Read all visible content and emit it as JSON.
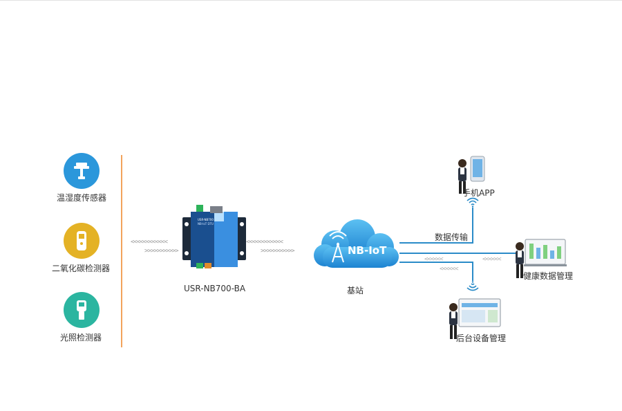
{
  "sensors": [
    {
      "label": "温湿度传感器",
      "color": "#2b97db",
      "icon": "thermo-hygrometer-icon"
    },
    {
      "label": "二氧化碳检测器",
      "color": "#e4b225",
      "icon": "co2-detector-icon"
    },
    {
      "label": "光照检测器",
      "color": "#2bb5a0",
      "icon": "light-meter-icon"
    }
  ],
  "device": {
    "label": "USR-NB700-BA",
    "brand": "USR-NB700",
    "sub": "NB-IoT DTU"
  },
  "cloud": {
    "title": "NB-IoT",
    "caption": "基站",
    "color": "#3aa5e6"
  },
  "endpoints": {
    "mobile_app": "手机APP",
    "data_transfer": "数据传输",
    "health_data": "健康数据管理",
    "backend": "后台设备管理"
  },
  "colors": {
    "accent_line": "#f2a35c",
    "link": "#2a8bc8"
  }
}
